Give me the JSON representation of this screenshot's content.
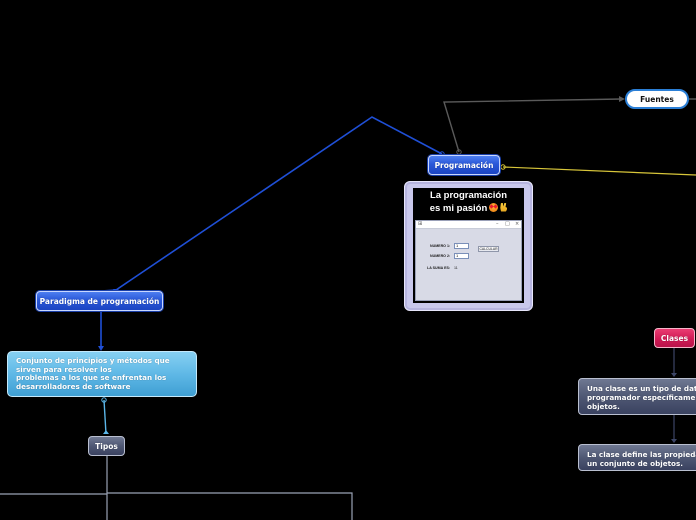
{
  "mindmap": {
    "background_color": "#000000",
    "nodes": {
      "programacion": {
        "label": "Programación",
        "color": "#2a58d8"
      },
      "fuentes": {
        "label": "Fuentes",
        "color": "#ffffff",
        "border_color": "#2b7fd6"
      },
      "paradigma": {
        "label": "Paradigma de programación",
        "color": "#2a58d8"
      },
      "conjunto": {
        "lines": [
          "Conjunto de principios y métodos que",
          "sirven para resolver los",
          "problemas a los que se enfrentan los",
          "desarrolladores de software"
        ],
        "color": "#5fb8e6"
      },
      "tipos": {
        "label": "Tipos",
        "color": "#4f5874"
      },
      "clases": {
        "label": "Clases",
        "color": "#d01a55"
      },
      "clase_def1": {
        "lines": [
          "Una clase es un tipo de dato",
          "programador específicamen",
          "objetos."
        ],
        "color": "#4f5874"
      },
      "clase_def2": {
        "lines": [
          "La clase define las propiedad",
          "un conjunto de objetos."
        ],
        "color": "#4f5874"
      }
    },
    "image_node": {
      "caption_line1": "La programación",
      "caption_line2": "es mi pasión",
      "emojis": [
        "star-struck-face-emoji",
        "victory-hand-emoji"
      ],
      "window": {
        "controls": {
          "minimize": "–",
          "maximize": "□",
          "close": "×"
        },
        "label_num1": "NUMERO 1:",
        "value_num1": "1",
        "label_num2": "NUMERO 2:",
        "value_num2": "1",
        "button_label": "CALCULAR",
        "label_result": "LA SUMA ES:",
        "value_result": "11"
      }
    },
    "connector_colors": {
      "paradigma_link": "#1f4fd6",
      "fuentes_link": "#5a5a5a",
      "right_link": "#d8c63a",
      "conjunto_link": "#5bb6e8",
      "tipos_branches": "#9aa2b5",
      "clases_link": "#3c4566"
    }
  }
}
